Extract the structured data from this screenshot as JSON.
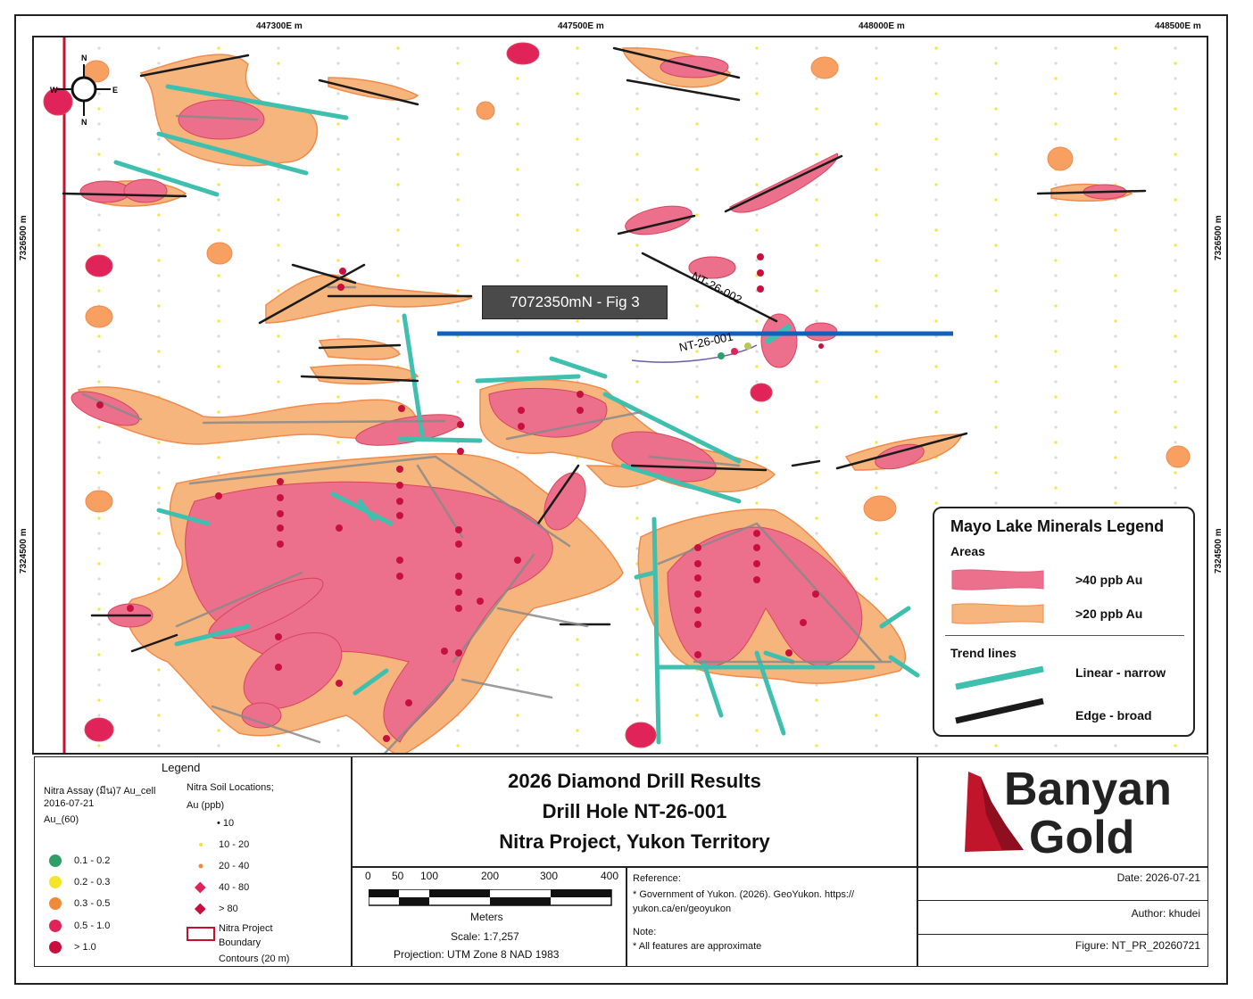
{
  "coords": {
    "top": [
      "447300E m",
      "447500E m",
      "448000E m",
      "448500E m"
    ],
    "left": [
      "7326500 m",
      "7324500 m"
    ],
    "right": [
      "7326500 m",
      "7324500 m"
    ]
  },
  "compass": {
    "n": "N",
    "s": "N",
    "e": "E",
    "w": "W"
  },
  "section_label": "7072350mN - Fig 3",
  "drill_holes": [
    "NT-26-002",
    "NT-26-001"
  ],
  "map_legend": {
    "title": "Mayo Lake Minerals Legend",
    "areas_heading": "Areas",
    "area_items": [
      {
        "label": ">40 ppb Au",
        "color": "#ec6f8c"
      },
      {
        "label": ">20 ppb Au",
        "color": "#f7b57e"
      }
    ],
    "trend_heading": "Trend lines",
    "trend_items": [
      {
        "label": "Linear - narrow",
        "color": "#3fbfae"
      },
      {
        "label": "Edge - broad",
        "color": "#1a1a1a"
      }
    ]
  },
  "legend": {
    "heading": "Legend",
    "assay_title": "Nitra Assay (มีน)7 Au_cell",
    "assay_date": "2016-07-21",
    "assay_field": "Au_(60)",
    "assay_classes": [
      {
        "label": "0.1 - 0.2",
        "color": "#2f9e6b"
      },
      {
        "label": "0.2 - 0.3",
        "color": "#f5e52a"
      },
      {
        "label": "0.3 - 0.5",
        "color": "#f2893a"
      },
      {
        "label": "0.5 - 1.0",
        "color": "#e0245a"
      },
      {
        "label": "> 1.0",
        "color": "#c8103e"
      }
    ],
    "soil_title": "Nitra Soil Locations;",
    "soil_units": "Au (ppb)",
    "soil_classes": [
      {
        "label": "• 10"
      },
      {
        "label": "10 - 20"
      },
      {
        "label": "20 - 40"
      },
      {
        "label": "40 - 80"
      },
      {
        "label": "> 80"
      }
    ],
    "boundary_label": "Nitra Project Boundary",
    "contours_label": "Contours (20 m)"
  },
  "title": {
    "line1": "2026 Diamond Drill Results",
    "line2": "Drill Hole NT-26-001",
    "line3": "Nitra Project, Yukon Territory"
  },
  "scale": {
    "ticks": [
      "0",
      "50",
      "100",
      "200",
      "300",
      "400"
    ],
    "unit": "Meters",
    "scale_text": "Scale: 1:7,257",
    "projection": "Projection: UTM Zone 8 NAD 1983"
  },
  "reference": {
    "heading": "Reference:",
    "text": "* Government of Yukon. (2026).  GeoYukon. https:// yukon.ca/en/geoyukon",
    "note_heading": "Note:",
    "note": "* All features are approximate"
  },
  "logo": {
    "line1": "Banyan",
    "line2": "Gold",
    "color": "#c0152a"
  },
  "meta": {
    "date": "Date: 2026-07-21",
    "author": "Author: khudei",
    "figure": "Figure: NT_PR_20260721"
  },
  "colors": {
    "red_zone": "#ec6f8c",
    "orange_zone": "#f7b57e",
    "trend_cyan": "#3fbfae",
    "section_blue": "#1060c0"
  }
}
